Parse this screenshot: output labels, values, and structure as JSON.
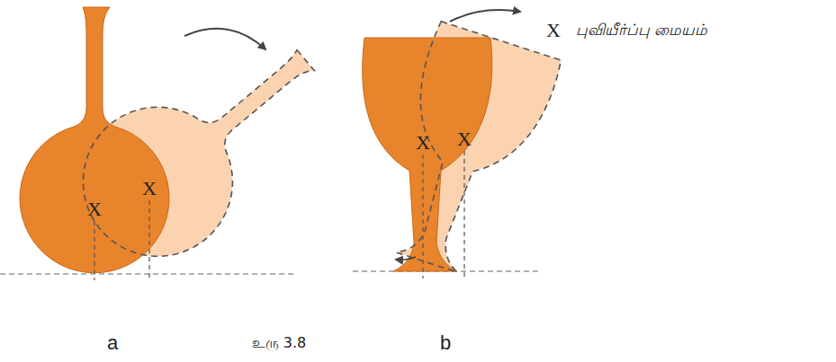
{
  "diagram": {
    "labels": [
      "X",
      "X",
      "X",
      "X",
      "X",
      "a",
      "உரு 3.8",
      "b"
    ],
    "legend": [
      {
        "text": "புவியீர்ப்பு மையம்"
      }
    ]
  }
}
